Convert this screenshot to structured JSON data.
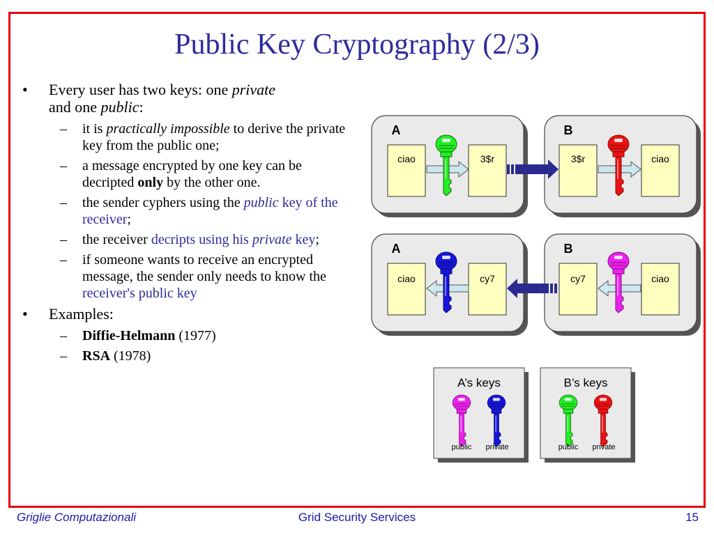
{
  "slide": {
    "title": "Public Key Cryptography (2/3)",
    "bullets": {
      "b1": {
        "pre": "Every user has two keys: one ",
        "em1": "private",
        "mid": "and one ",
        "em2": "public",
        "post": ":"
      },
      "s1": {
        "pre": "it is ",
        "em": "practically impossible",
        "post": " to derive the private key from the public one;"
      },
      "s2": {
        "pre": "a message encrypted by one key can be decripted ",
        "strong": "only",
        "post": " by the other one."
      },
      "s3": {
        "pre": "the sender cyphers using the ",
        "hl_em": "public",
        "hl": " key of the receiver",
        "post": ";"
      },
      "s4": {
        "pre": "the receiver ",
        "hl": "decripts using his ",
        "hl_em": "private",
        "tail": " key",
        "post": ";"
      },
      "s5": {
        "pre": "if someone wants to receive an encrypted message, the sender only needs to know the ",
        "hl": "receiver's public key"
      },
      "b2": "Examples:",
      "e1": {
        "strong": "Diffie-Helmann",
        "post": " (1977)"
      },
      "e2": {
        "strong": "RSA",
        "post": " (1978)"
      },
      "bullet_marker": "•",
      "dash_marker": "–"
    }
  },
  "diagram": {
    "top": {
      "label_a": "A",
      "label_b": "B",
      "a_plain": "ciao",
      "a_cipher": "3$r",
      "b_cipher": "3$r",
      "b_plain": "ciao",
      "a_key_color": "#22ee22",
      "b_key_color": "#ee1111"
    },
    "bottom": {
      "label_a": "A",
      "label_b": "B",
      "a_plain": "ciao",
      "a_cipher": "cy7",
      "b_cipher": "cy7",
      "b_plain": "ciao",
      "a_key_color": "#1616dd",
      "b_key_color": "#ee22ee"
    },
    "keys_a": {
      "title": "A’s keys",
      "public_label": "public",
      "private_label": "private",
      "public_color": "#ee22ee",
      "private_color": "#1616dd"
    },
    "keys_b": {
      "title": "B’s keys",
      "public_label": "public",
      "private_label": "private",
      "public_color": "#22ee22",
      "private_color": "#ee1111"
    },
    "icons": [
      "key-icon",
      "right-arrow-icon",
      "left-arrow-icon"
    ]
  },
  "footer": {
    "left": "Griglie Computazionali",
    "center": "Grid Security Services",
    "page": "15"
  },
  "colors": {
    "border": "#e8000b",
    "title": "#2c2c9c",
    "doc": "#ffffc0",
    "panel": "#eaeaea"
  }
}
